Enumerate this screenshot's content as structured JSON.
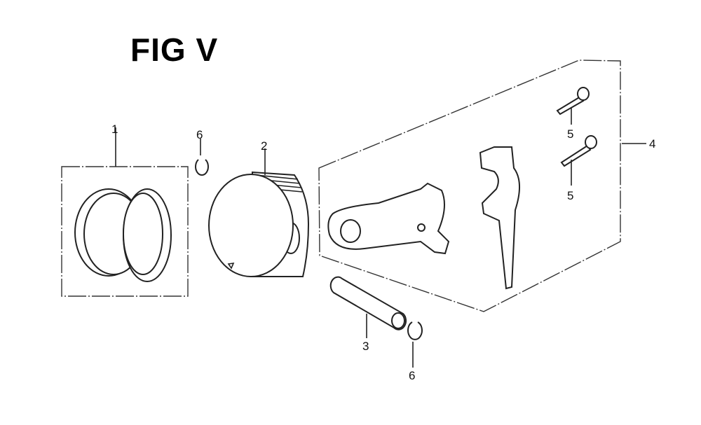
{
  "title": "FIG V",
  "callouts": {
    "piston_rings": "1",
    "piston": "2",
    "piston_pin": "3",
    "connecting_rod_kit": "4",
    "rod_bolt_upper": "5",
    "rod_bolt_lower": "5",
    "pin_clip_upper": "6",
    "pin_clip_lower": "6"
  }
}
